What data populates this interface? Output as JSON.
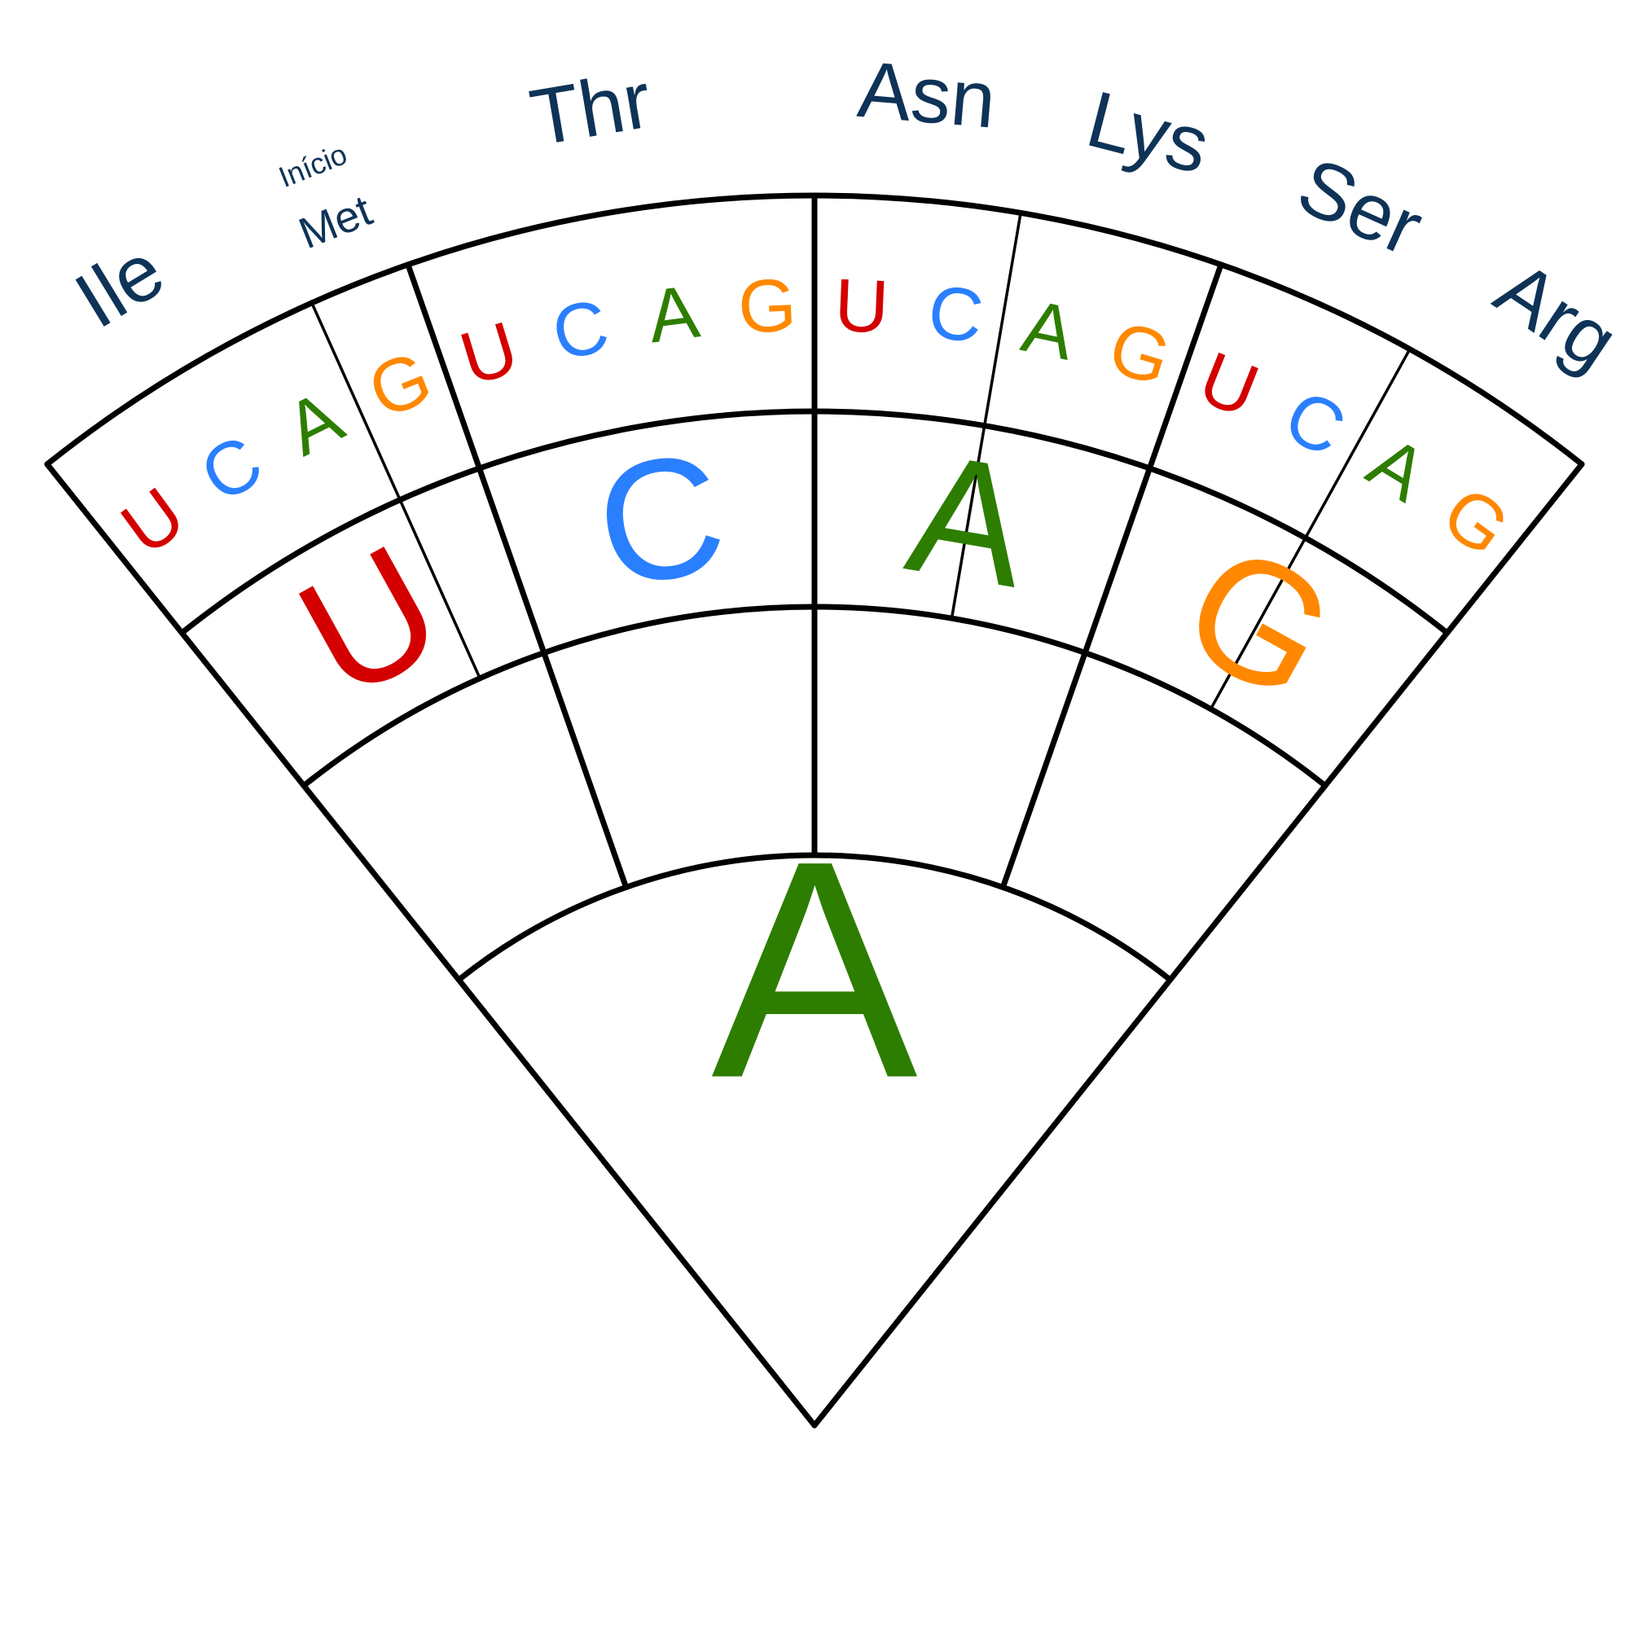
{
  "colors": {
    "U": "#d40000",
    "C": "#2a7fff",
    "A": "#2d7d00",
    "G": "#ff8800",
    "amino": "#0e3357",
    "stroke": "#000000"
  },
  "first_base": "A",
  "second_bases": [
    "U",
    "C",
    "A",
    "G"
  ],
  "third_bases": [
    "U",
    "C",
    "A",
    "G",
    "U",
    "C",
    "A",
    "G",
    "U",
    "C",
    "A",
    "G",
    "U",
    "C",
    "A",
    "G"
  ],
  "amino_acids": [
    {
      "label": "Ile",
      "note": ""
    },
    {
      "label": "Met",
      "note": "Início"
    },
    {
      "label": "Thr",
      "note": ""
    },
    {
      "label": "Asn",
      "note": ""
    },
    {
      "label": "Lys",
      "note": ""
    },
    {
      "label": "Ser",
      "note": ""
    },
    {
      "label": "Arg",
      "note": ""
    }
  ]
}
